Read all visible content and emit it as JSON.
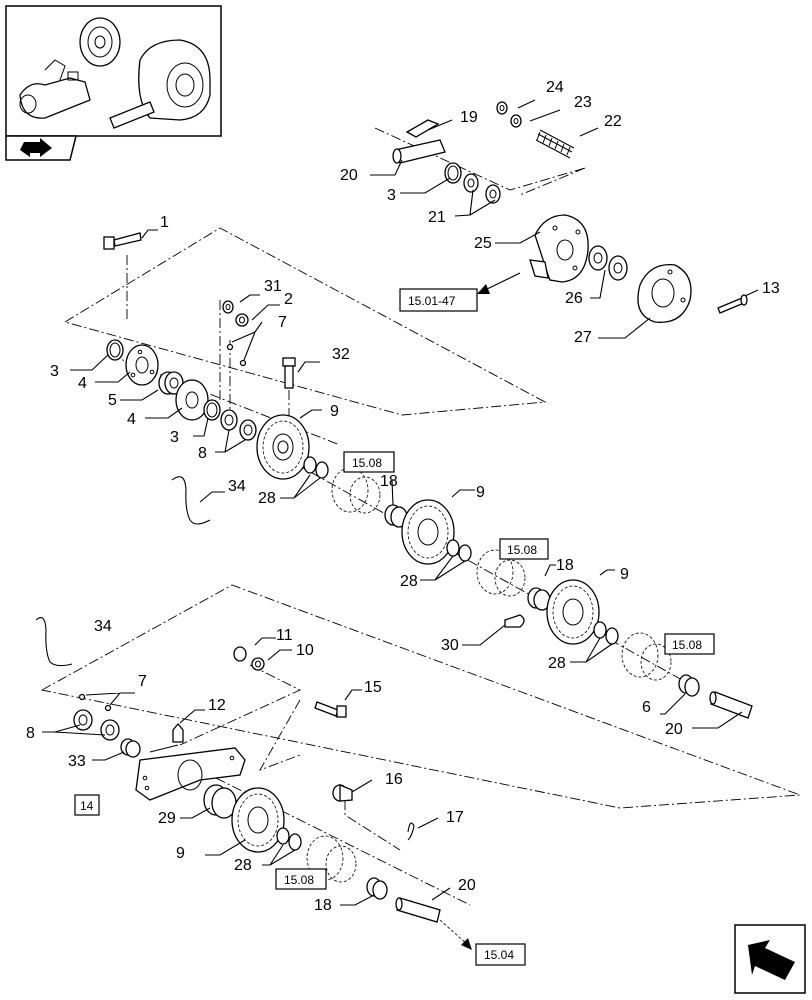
{
  "thumbnail_icon": "drivetrain-assembly-thumbnail",
  "nav_icons": [
    "back-arrow-icon",
    "navigate-arrow-icon"
  ],
  "callouts": [
    "1",
    "2",
    "3",
    "3",
    "3",
    "4",
    "4",
    "5",
    "6",
    "7",
    "7",
    "8",
    "8",
    "9",
    "9",
    "9",
    "9",
    "10",
    "11",
    "12",
    "13",
    "15",
    "16",
    "17",
    "18",
    "18",
    "18",
    "19",
    "20",
    "20",
    "20",
    "21",
    "22",
    "23",
    "24",
    "25",
    "26",
    "27",
    "28",
    "28",
    "28",
    "28",
    "29",
    "30",
    "31",
    "32",
    "33",
    "34",
    "34"
  ],
  "references": [
    "15.01-47",
    "15.08",
    "15.08",
    "15.08",
    "15.08",
    "14",
    "15.04"
  ]
}
